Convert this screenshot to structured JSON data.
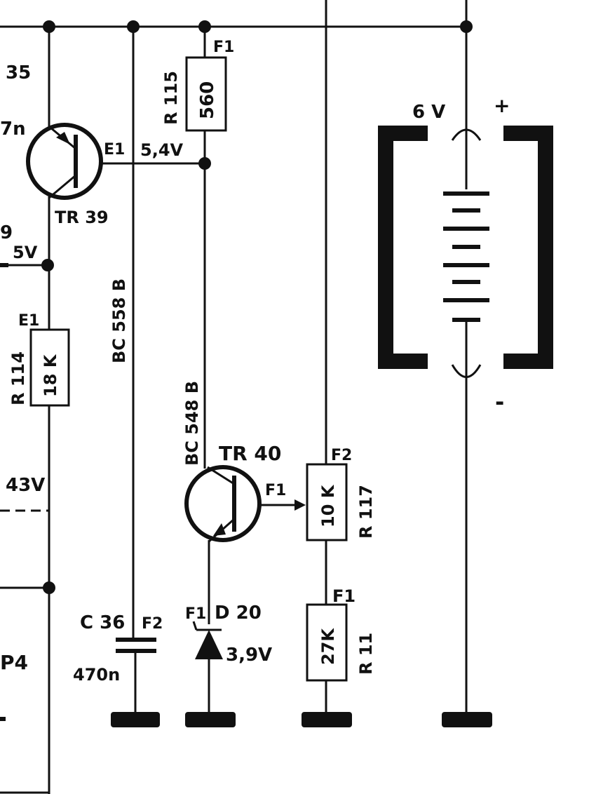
{
  "labels": {
    "c35_suffix": "35",
    "c35_value": "7n",
    "tr39_emitter": "E1",
    "tr39_name": "TR 39",
    "tr39_voltage": "5,4V",
    "r115_name": "R 115",
    "r115_value": "560",
    "r115_pin": "F1",
    "bc558b": "BC 558 B",
    "left_net_num": "9",
    "left_net_v": "5V",
    "r114_pin": "E1",
    "r114_name": "R 114",
    "r114_value": "18 K",
    "left_voltage": "43V",
    "bc548b": "BC 548 B",
    "tr40_name": "TR 40",
    "tr40_f1": "F1",
    "r117_pin": "F2",
    "r117_value": "10 K",
    "r117_name": "R 117",
    "r11_pin": "F1",
    "r11_value": "27K",
    "r11_name": "R 11",
    "c36_name": "C 36",
    "c36_pin": "F2",
    "c36_value": "470n",
    "d20_pin": "F1",
    "d20_name": "D 20",
    "d20_voltage": "3,9V",
    "p4": "P4",
    "battery_voltage": "6 V",
    "battery_plus": "+",
    "battery_minus": "-"
  },
  "colors": {
    "ink": "#111111",
    "paper": "#ffffff"
  }
}
